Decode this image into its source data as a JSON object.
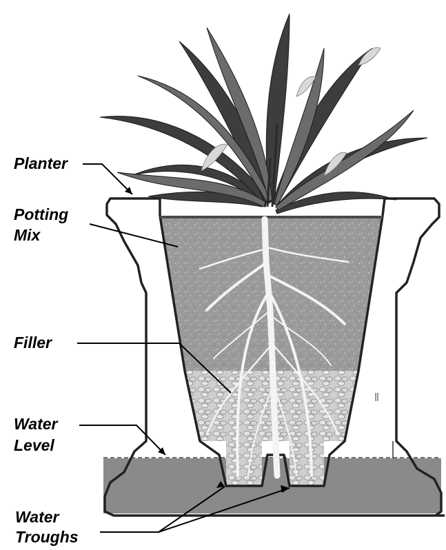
{
  "labels": {
    "planter": "Planter",
    "potting_mix_line1": "Potting",
    "potting_mix_line2": "Mix",
    "filler": "Filler",
    "water_level_line1": "Water",
    "water_level_line2": "Level",
    "water_troughs_line1": "Water",
    "water_troughs_line2": "Troughs"
  },
  "colors": {
    "water": "#8a8a8a",
    "potting_mix": "#9a9a9a",
    "filler": "#c9c9c9",
    "planter_outline": "#222222",
    "roots": "#f4f4f4",
    "leaf_dark": "#3a3a3a",
    "leaf_light": "#6e6e6e"
  },
  "icons": [
    "plant-illustration",
    "planter-cross-section"
  ]
}
